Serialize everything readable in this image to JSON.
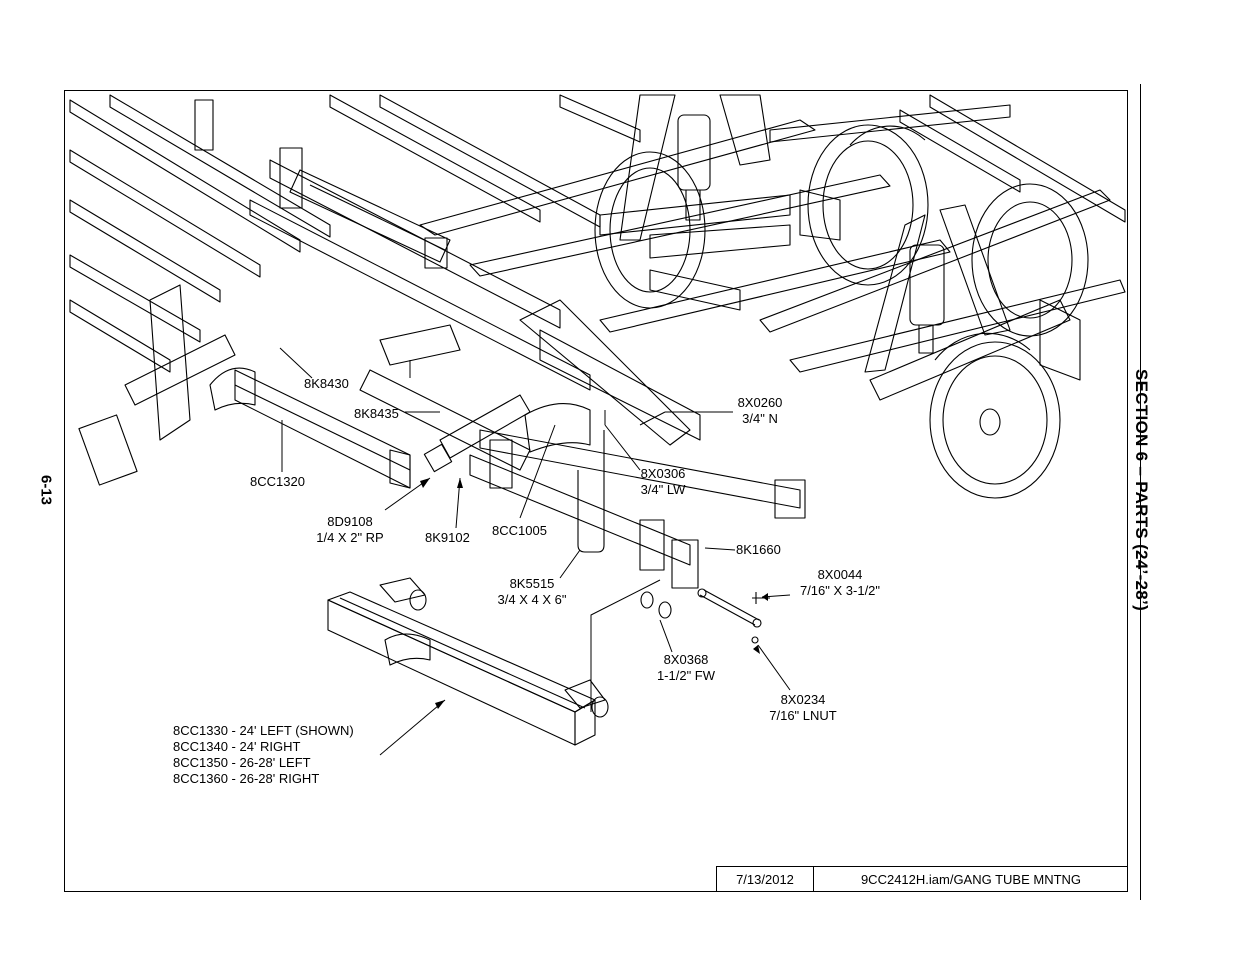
{
  "section_title": "SECTION 6 – PARTS (24’-28’)",
  "page_number": "6-13",
  "title_block": {
    "date": "7/13/2012",
    "file": "9CC2412H.iam/GANG TUBE MNTNG"
  },
  "callouts": {
    "k8430": "8K8430",
    "k8435": "8K8435",
    "cc1320": "8CC1320",
    "d9108": "8D9108",
    "d9108_desc": "1/4 X 2\" RP",
    "k9102": "8K9102",
    "cc1005": "8CC1005",
    "x0260": "8X0260",
    "x0260_desc": "3/4\" N",
    "x0306": "8X0306",
    "x0306_desc": "3/4\" LW",
    "k1660": "8K1660",
    "k5515": "8K5515",
    "k5515_desc": "3/4 X 4 X 6\"",
    "x0044": "8X0044",
    "x0044_desc": "7/16\" X 3-1/2\"",
    "x0368": "8X0368",
    "x0368_desc": "1-1/2\" FW",
    "x0234": "8X0234",
    "x0234_desc": "7/16\" LNUT",
    "cc_list": [
      "8CC1330 - 24' LEFT (SHOWN)",
      "8CC1340 - 24' RIGHT",
      "8CC1350 - 26-28' LEFT",
      "8CC1360 - 26-28' RIGHT"
    ]
  }
}
